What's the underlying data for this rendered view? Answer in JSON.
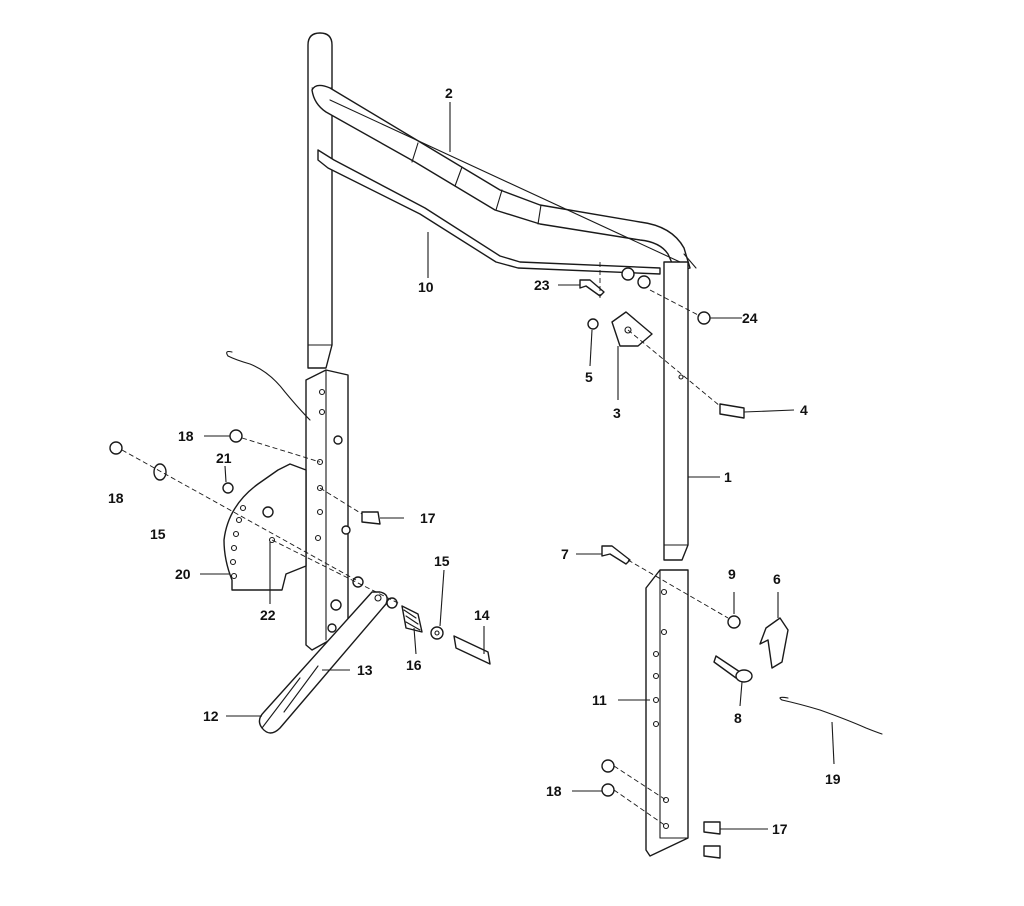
{
  "callouts": [
    {
      "id": "c1",
      "text": "1"
    },
    {
      "id": "c2",
      "text": "2"
    },
    {
      "id": "c3",
      "text": "3"
    },
    {
      "id": "c4",
      "text": "4"
    },
    {
      "id": "c5",
      "text": "5"
    },
    {
      "id": "c6",
      "text": "6"
    },
    {
      "id": "c7",
      "text": "7"
    },
    {
      "id": "c8",
      "text": "8"
    },
    {
      "id": "c9",
      "text": "9"
    },
    {
      "id": "c10",
      "text": "10"
    },
    {
      "id": "c11",
      "text": "11"
    },
    {
      "id": "c12",
      "text": "12"
    },
    {
      "id": "c13",
      "text": "13"
    },
    {
      "id": "c14",
      "text": "14"
    },
    {
      "id": "c15a",
      "text": "15"
    },
    {
      "id": "c15b",
      "text": "15"
    },
    {
      "id": "c16",
      "text": "16"
    },
    {
      "id": "c17a",
      "text": "17"
    },
    {
      "id": "c17b",
      "text": "17"
    },
    {
      "id": "c18a",
      "text": "18"
    },
    {
      "id": "c18b",
      "text": "18"
    },
    {
      "id": "c18c",
      "text": "18"
    },
    {
      "id": "c19",
      "text": "19"
    },
    {
      "id": "c20",
      "text": "20"
    },
    {
      "id": "c21",
      "text": "21"
    },
    {
      "id": "c22",
      "text": "22"
    },
    {
      "id": "c23",
      "text": "23"
    },
    {
      "id": "c24",
      "text": "24"
    }
  ]
}
